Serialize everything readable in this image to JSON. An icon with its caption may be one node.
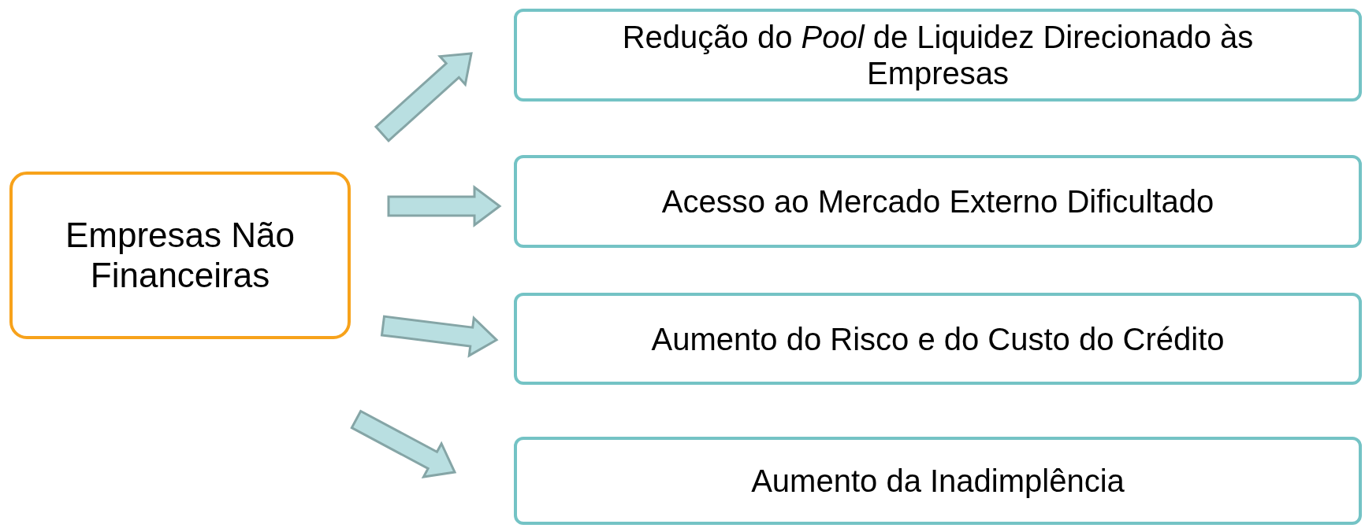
{
  "diagram": {
    "nodes": [
      {
        "text": [
          "Empresas Não Financeiras"
        ]
      },
      {
        "text": [
          "Redução do *Pool* de Liquidez Direcionado às Empresas"
        ]
      },
      {
        "text": [
          "Acesso ao Mercado Externo Dificultado"
        ]
      },
      {
        "text": [
          "Aumento do Risco e do Custo do Crédito"
        ]
      },
      {
        "text": [
          "Aumento da Inadimplência"
        ]
      }
    ],
    "edges": [
      {
        "from": 0,
        "to": 1,
        "arrow": "to",
        "style": "thick"
      },
      {
        "from": 0,
        "to": 2,
        "arrow": "to",
        "style": "thick"
      },
      {
        "from": 0,
        "to": 3,
        "arrow": "to",
        "style": "thick"
      },
      {
        "from": 0,
        "to": 4,
        "arrow": "to",
        "style": "thick"
      }
    ]
  }
}
